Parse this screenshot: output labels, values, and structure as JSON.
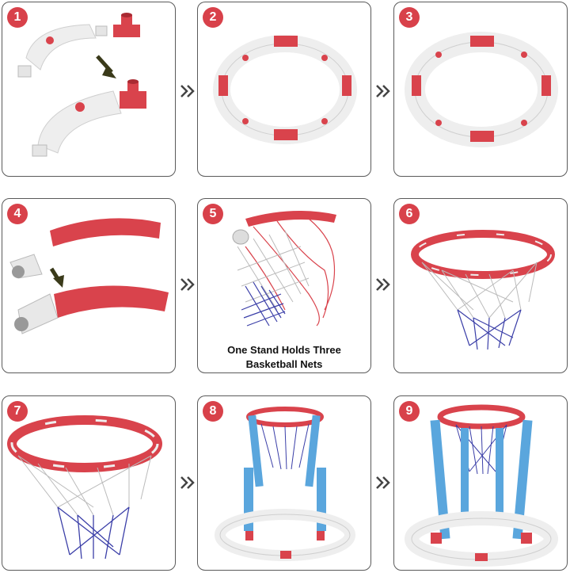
{
  "steps": [
    {
      "number": "1"
    },
    {
      "number": "2"
    },
    {
      "number": "3"
    },
    {
      "number": "4"
    },
    {
      "number": "5",
      "caption_line1": "One Stand Holds Three",
      "caption_line2": "Basketball Nets"
    },
    {
      "number": "6"
    },
    {
      "number": "7"
    },
    {
      "number": "8"
    },
    {
      "number": "9"
    }
  ],
  "colors": {
    "badge": "#d8414a",
    "tube_red": "#d9434c",
    "connector_white": "#eeeeee",
    "net_white": "#e8e8e8",
    "net_blue": "#3b3fa8",
    "pole_blue": "#5aa6dd",
    "arrow_dark": "#3a3a1a"
  },
  "icons": {
    "next": "double-chevron-right-icon",
    "arrow": "down-arrow-icon"
  }
}
